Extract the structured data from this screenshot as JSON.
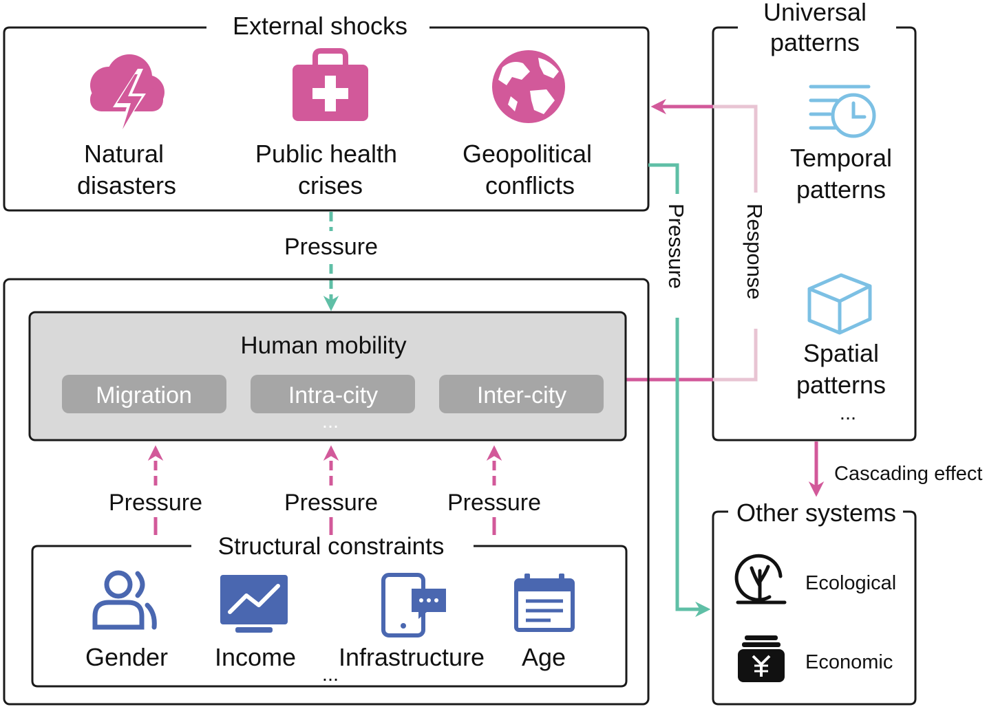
{
  "colors": {
    "pink": "#d2599a",
    "pink_light": "#e8c4d3",
    "teal": "#5fbfa6",
    "icon_blue": "#4a67b0",
    "light_blue": "#7cc0e4",
    "gray_box": "#d9d9d9",
    "chip_gray": "#a6a6a6"
  },
  "external_shocks": {
    "title": "External shocks",
    "items": [
      {
        "line1": "Natural",
        "line2": "disasters",
        "icon": "storm-cloud-icon"
      },
      {
        "line1": "Public health",
        "line2": "crises",
        "icon": "first-aid-kit-icon"
      },
      {
        "line1": "Geopolitical",
        "line2": "conflicts",
        "icon": "globe-icon"
      }
    ]
  },
  "universal_patterns": {
    "title_line1": "Universal",
    "title_line2": "patterns",
    "temporal": {
      "line1": "Temporal",
      "line2": "patterns",
      "icon": "clock-lines-icon"
    },
    "spatial": {
      "line1": "Spatial",
      "line2": "patterns",
      "icon": "cube-icon"
    },
    "ellipsis": "..."
  },
  "human_mobility": {
    "title": "Human mobility",
    "chips": [
      "Migration",
      "Intra-city",
      "Inter-city"
    ],
    "ellipsis": "..."
  },
  "structural_constraints": {
    "title": "Structural constraints",
    "items": [
      {
        "label": "Gender",
        "icon": "user-group-icon"
      },
      {
        "label": "Income",
        "icon": "trend-monitor-icon"
      },
      {
        "label": "Infrastructure",
        "icon": "phone-chat-icon"
      },
      {
        "label": "Age",
        "icon": "calendar-icon"
      }
    ],
    "ellipsis": "..."
  },
  "other_systems": {
    "title": "Other systems",
    "ecological": {
      "label": "Ecological",
      "icon": "tree-icon"
    },
    "economic": {
      "label": "Economic",
      "icon": "yuan-jar-icon"
    }
  },
  "links": {
    "pressure": "Pressure",
    "response": "Response",
    "cascading": "Cascading effect"
  }
}
